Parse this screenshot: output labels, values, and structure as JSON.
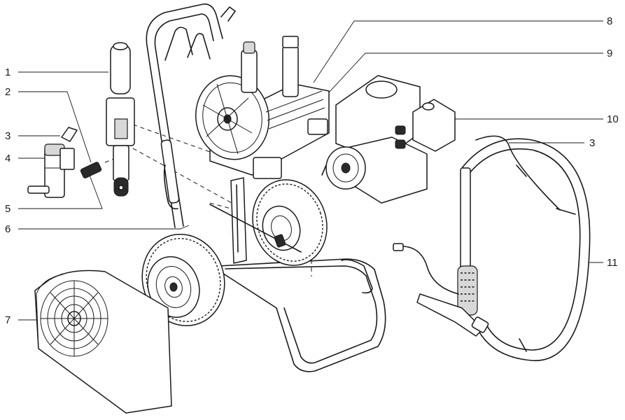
{
  "diagram": {
    "labels": [
      {
        "id": "1",
        "text": "1"
      },
      {
        "id": "2",
        "text": "2"
      },
      {
        "id": "3a",
        "text": "3"
      },
      {
        "id": "4",
        "text": "4"
      },
      {
        "id": "5",
        "text": "5"
      },
      {
        "id": "6",
        "text": "6"
      },
      {
        "id": "7",
        "text": "7"
      },
      {
        "id": "8",
        "text": "8"
      },
      {
        "id": "9",
        "text": "9"
      },
      {
        "id": "10",
        "text": "10"
      },
      {
        "id": "3b",
        "text": "3"
      },
      {
        "id": "11",
        "text": "11"
      }
    ]
  }
}
